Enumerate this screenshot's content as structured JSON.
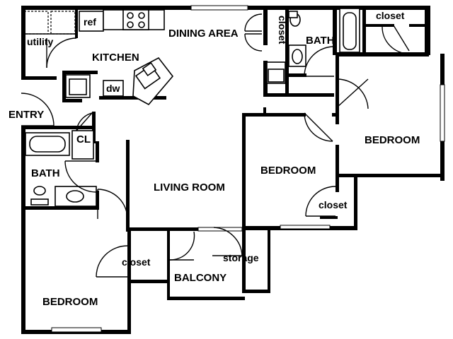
{
  "rooms": {
    "utility": "utility",
    "ref": "ref",
    "kitchen": "KITCHEN",
    "dw": "dw",
    "dining_area": "DINING AREA",
    "closet_dining": "closet",
    "bath_top": "BATH",
    "closet_top_right": "closet",
    "bedroom_right": "BEDROOM",
    "entry": "ENTRY",
    "cl": "CL",
    "bath_left": "BATH",
    "living_room": "LIVING ROOM",
    "bedroom_middle": "BEDROOM",
    "closet_middle": "closet",
    "storage": "storage",
    "closet_bottom": "closet",
    "balcony": "BALCONY",
    "bedroom_bottom": "BEDROOM"
  },
  "colors": {
    "wall": "#000000",
    "background": "#ffffff"
  }
}
